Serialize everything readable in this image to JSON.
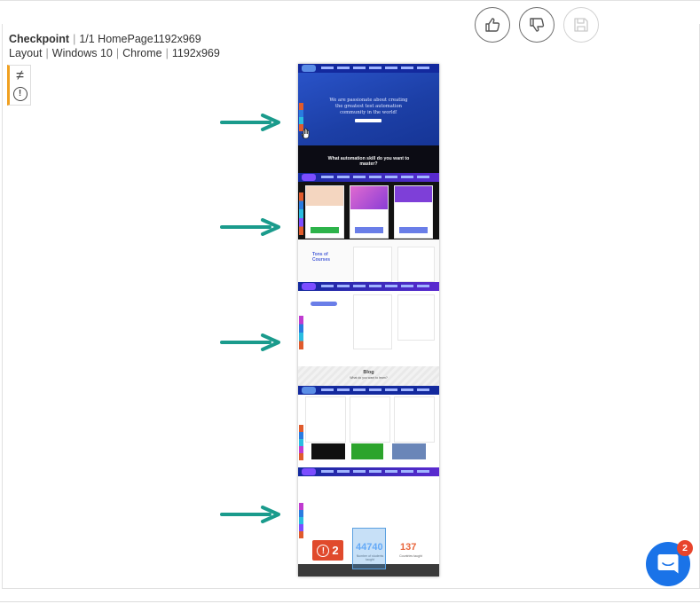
{
  "header": {
    "checkpoint_label": "Checkpoint",
    "checkpoint_value": "1/1 HomePage1192x969",
    "layout": "Layout",
    "os": "Windows 10",
    "browser": "Chrome",
    "viewport": "1192x969"
  },
  "sidebar": {
    "diff_symbol": "≠",
    "alert_symbol": "!"
  },
  "screenshot": {
    "hero_line1": "We are passionate about creating",
    "hero_line2": "the greatest test automation",
    "hero_line3": "community in the world!",
    "skill_heading": "What automation skill do you want to",
    "skill_heading2": "master?",
    "tons_line1": "Tons",
    "tons_line2": "of",
    "tons_line3": "Courses",
    "blog_title": "Blog",
    "blog_sub": "What do you want to learn?",
    "stat1_value": "44740",
    "stat1_label": "Number of students taught",
    "stat2_value": "137",
    "stat2_label": "Countries taught",
    "issue_count": "2"
  },
  "chat": {
    "badge_count": "2"
  },
  "colors": {
    "accent": "#13299e",
    "arrow": "#1a9b8c",
    "issue": "#e04a2c",
    "chat": "#1a73e8"
  }
}
